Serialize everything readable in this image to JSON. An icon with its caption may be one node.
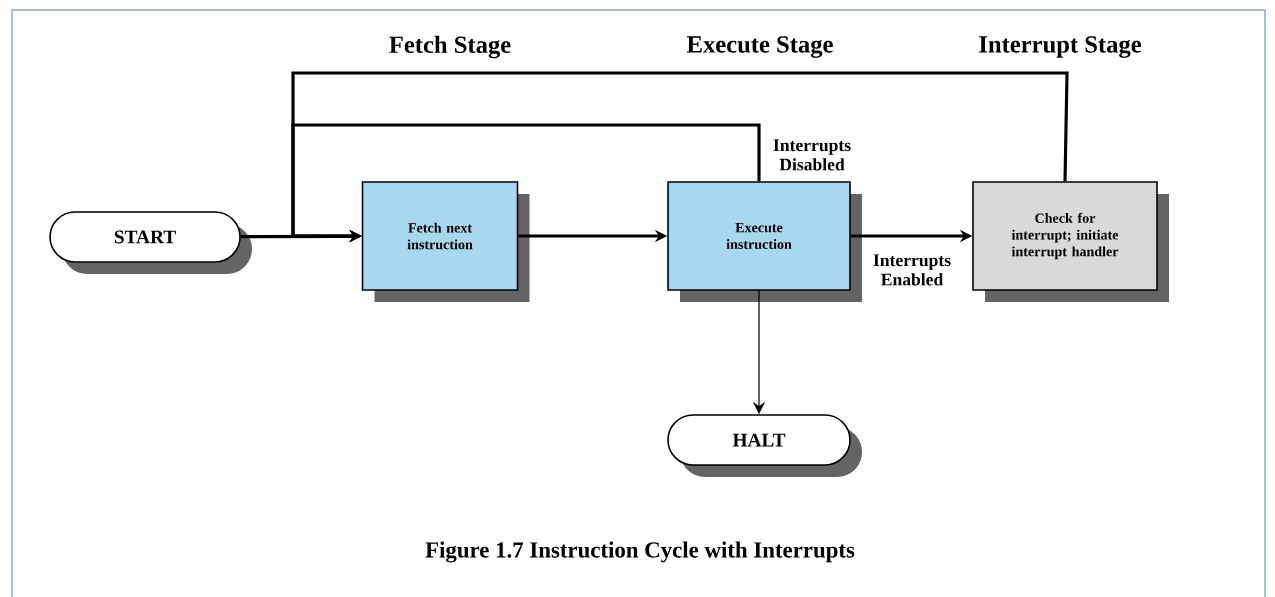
{
  "diagram": {
    "caption": "Figure 1.7  Instruction Cycle with Interrupts",
    "nodes": [
      {
        "text": [
          "START"
        ]
      },
      {
        "text": [
          "Fetch next instruction"
        ]
      },
      {
        "text": [
          "Execute instruction"
        ]
      },
      {
        "text": [
          "Check for interrupt; initiate interrupt handler"
        ]
      },
      {
        "text": [
          "HALT"
        ]
      }
    ],
    "edges": [
      {
        "from": 0,
        "to": 1,
        "arrow": "to"
      },
      {
        "from": 1,
        "to": 2,
        "arrow": "to"
      },
      {
        "from": 2,
        "to": 3,
        "arrow": "to",
        "label": "Interrupts Enabled"
      },
      {
        "from": 2,
        "to": 1,
        "arrow": "to",
        "label": "Interrupts Disabled"
      },
      {
        "from": 3,
        "to": 1,
        "arrow": "to"
      },
      {
        "from": 2,
        "to": 4,
        "arrow": "to"
      }
    ],
    "labels": [
      "Fetch Stage",
      "Execute Stage",
      "Interrupt Stage"
    ]
  }
}
